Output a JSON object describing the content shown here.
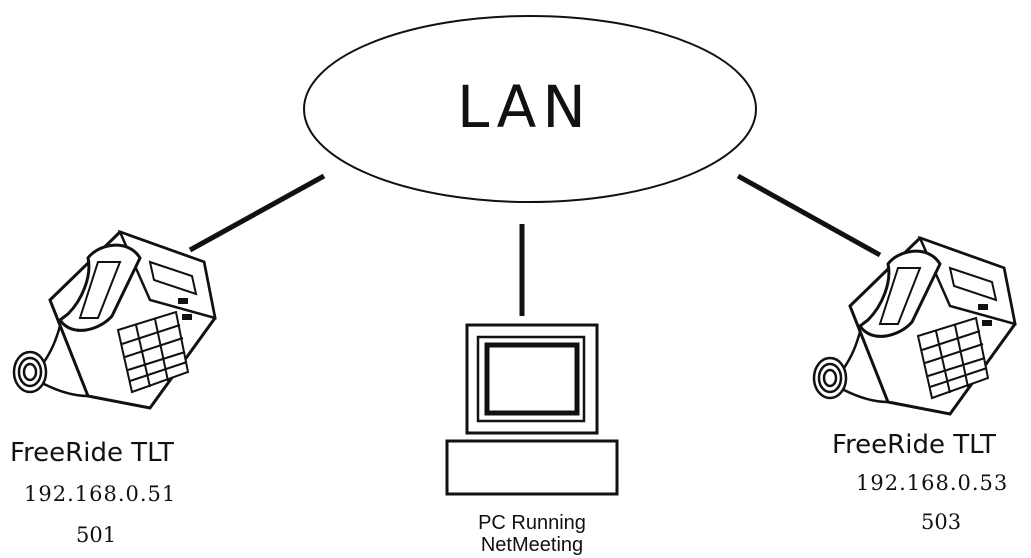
{
  "network": {
    "label": "LAN"
  },
  "phones": [
    {
      "name": "FreeRide TLT",
      "ip": "192.168.0.51",
      "extension": "501"
    },
    {
      "name": "FreeRide TLT",
      "ip": "192.168.0.53",
      "extension": "503"
    }
  ],
  "pc": {
    "label_line1": "PC Running",
    "label_line2": "NetMeeting"
  },
  "icons": [
    "desk-phone-icon",
    "desk-phone-icon",
    "computer-monitor-icon"
  ],
  "colors": {
    "stroke": "#111111",
    "background": "#ffffff"
  }
}
